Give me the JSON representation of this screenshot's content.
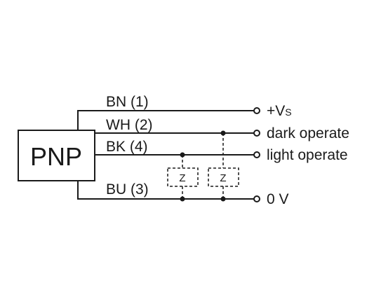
{
  "device": {
    "label": "PNP"
  },
  "wires": [
    {
      "id": "bn",
      "code": "BN (1)",
      "terminal_main": "+V",
      "terminal_sub": "S"
    },
    {
      "id": "wh",
      "code": "WH (2)",
      "terminal_main": "dark operate",
      "terminal_sub": ""
    },
    {
      "id": "bk",
      "code": "BK (4)",
      "terminal_main": "light operate",
      "terminal_sub": ""
    },
    {
      "id": "bu",
      "code": "BU (3)",
      "terminal_main": "0 V",
      "terminal_sub": ""
    }
  ],
  "loads": [
    {
      "id": "load-bk",
      "label": "Z"
    },
    {
      "id": "load-wh",
      "label": "Z"
    }
  ]
}
